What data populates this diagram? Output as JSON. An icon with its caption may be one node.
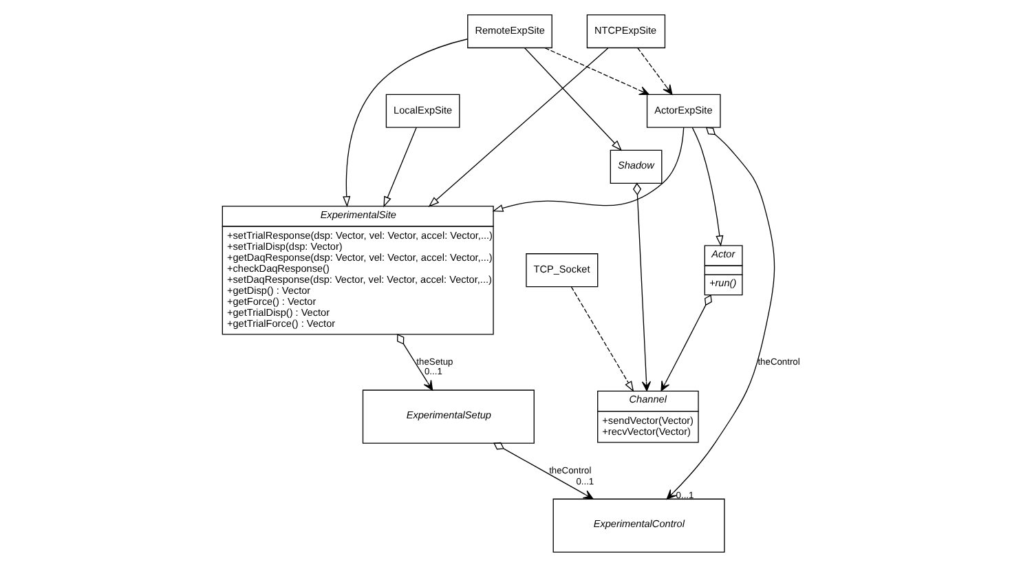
{
  "diagram": {
    "nodes": [
      {
        "text": [
          "ExperimentalSite",
          "+setTrialResponse(dsp: Vector, vel: Vector, accel: Vector,...)",
          "+setTrialDisp(dsp: Vector)",
          "+getDaqResponse(dsp: Vector, vel: Vector, accel: Vector,...)",
          "+checkDaqResponse()",
          "+setDaqResponse(dsp: Vector, vel: Vector, accel: Vector,...)",
          "+getDisp() : Vector",
          "+getForce() : Vector",
          "+getTrialDisp() : Vector",
          "+getTrialForce() : Vector"
        ]
      },
      {
        "text": [
          "LocalExpSite"
        ]
      },
      {
        "text": [
          "RemoteExpSite"
        ]
      },
      {
        "text": [
          "Shadow"
        ]
      },
      {
        "text": [
          "Channel",
          "+sendVector(Vector)",
          "+recvVector(Vector)"
        ]
      },
      {
        "text": [
          "NTCPExpSite"
        ]
      },
      {
        "text": [
          "ActorExpSite"
        ]
      },
      {
        "text": [
          "Actor",
          "+run()"
        ]
      },
      {
        "text": [
          "TCP_Socket"
        ]
      },
      {
        "text": [
          "ExperimentalSetup"
        ]
      },
      {
        "text": [
          "ExperimentalControl"
        ]
      }
    ],
    "edges": [
      {
        "from": 1,
        "to": 0,
        "arrow": "to"
      },
      {
        "from": 2,
        "to": 0,
        "arrow": "to"
      },
      {
        "from": 2,
        "to": 3,
        "arrow": "to"
      },
      {
        "from": 5,
        "to": 0,
        "arrow": "to"
      },
      {
        "from": 6,
        "to": 0,
        "arrow": "to"
      },
      {
        "from": 6,
        "to": 7,
        "arrow": "to"
      },
      {
        "from": 2,
        "to": 6,
        "arrow": "to",
        "style": "dashed"
      },
      {
        "from": 5,
        "to": 6,
        "arrow": "to",
        "style": "dashed"
      },
      {
        "from": 3,
        "to": 4,
        "arrow": "to"
      },
      {
        "from": 7,
        "to": 4,
        "arrow": "to"
      },
      {
        "from": 8,
        "to": 4,
        "arrow": "to",
        "style": "dashed"
      },
      {
        "from": 0,
        "to": 9,
        "arrow": "to",
        "label": "theSetup"
      },
      {
        "from": 6,
        "to": 10,
        "arrow": "to",
        "label": "theControl"
      },
      {
        "from": 9,
        "to": 10,
        "arrow": "to",
        "label": "theControl"
      }
    ],
    "labels": [
      "0...1",
      "0...1",
      "0...1"
    ]
  }
}
